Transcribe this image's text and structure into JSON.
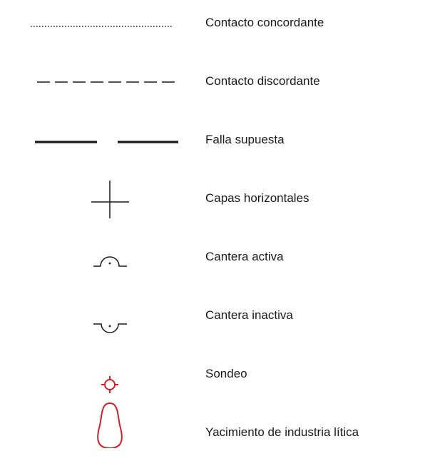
{
  "legend": {
    "items": [
      {
        "symbol": "dotted-line-icon",
        "label": "Contacto concordante",
        "color": "#1a1a1a"
      },
      {
        "symbol": "dashed-line-icon",
        "label": "Contacto discordante",
        "color": "#1a1a1a"
      },
      {
        "symbol": "thick-broken-line-icon",
        "label": "Falla supuesta",
        "color": "#1a1a1a"
      },
      {
        "symbol": "cross-icon",
        "label": "Capas horizontales",
        "color": "#1a1a1a"
      },
      {
        "symbol": "active-quarry-icon",
        "label": "Cantera activa",
        "color": "#1a1a1a"
      },
      {
        "symbol": "inactive-quarry-icon",
        "label": "Cantera inactiva",
        "color": "#1a1a1a"
      },
      {
        "symbol": "borehole-icon",
        "label": "Sondeo",
        "color": "#d0202a"
      },
      {
        "symbol": "lithic-site-icon",
        "label": "Yacimiento de industria lítica",
        "color": "#d0202a"
      }
    ]
  }
}
